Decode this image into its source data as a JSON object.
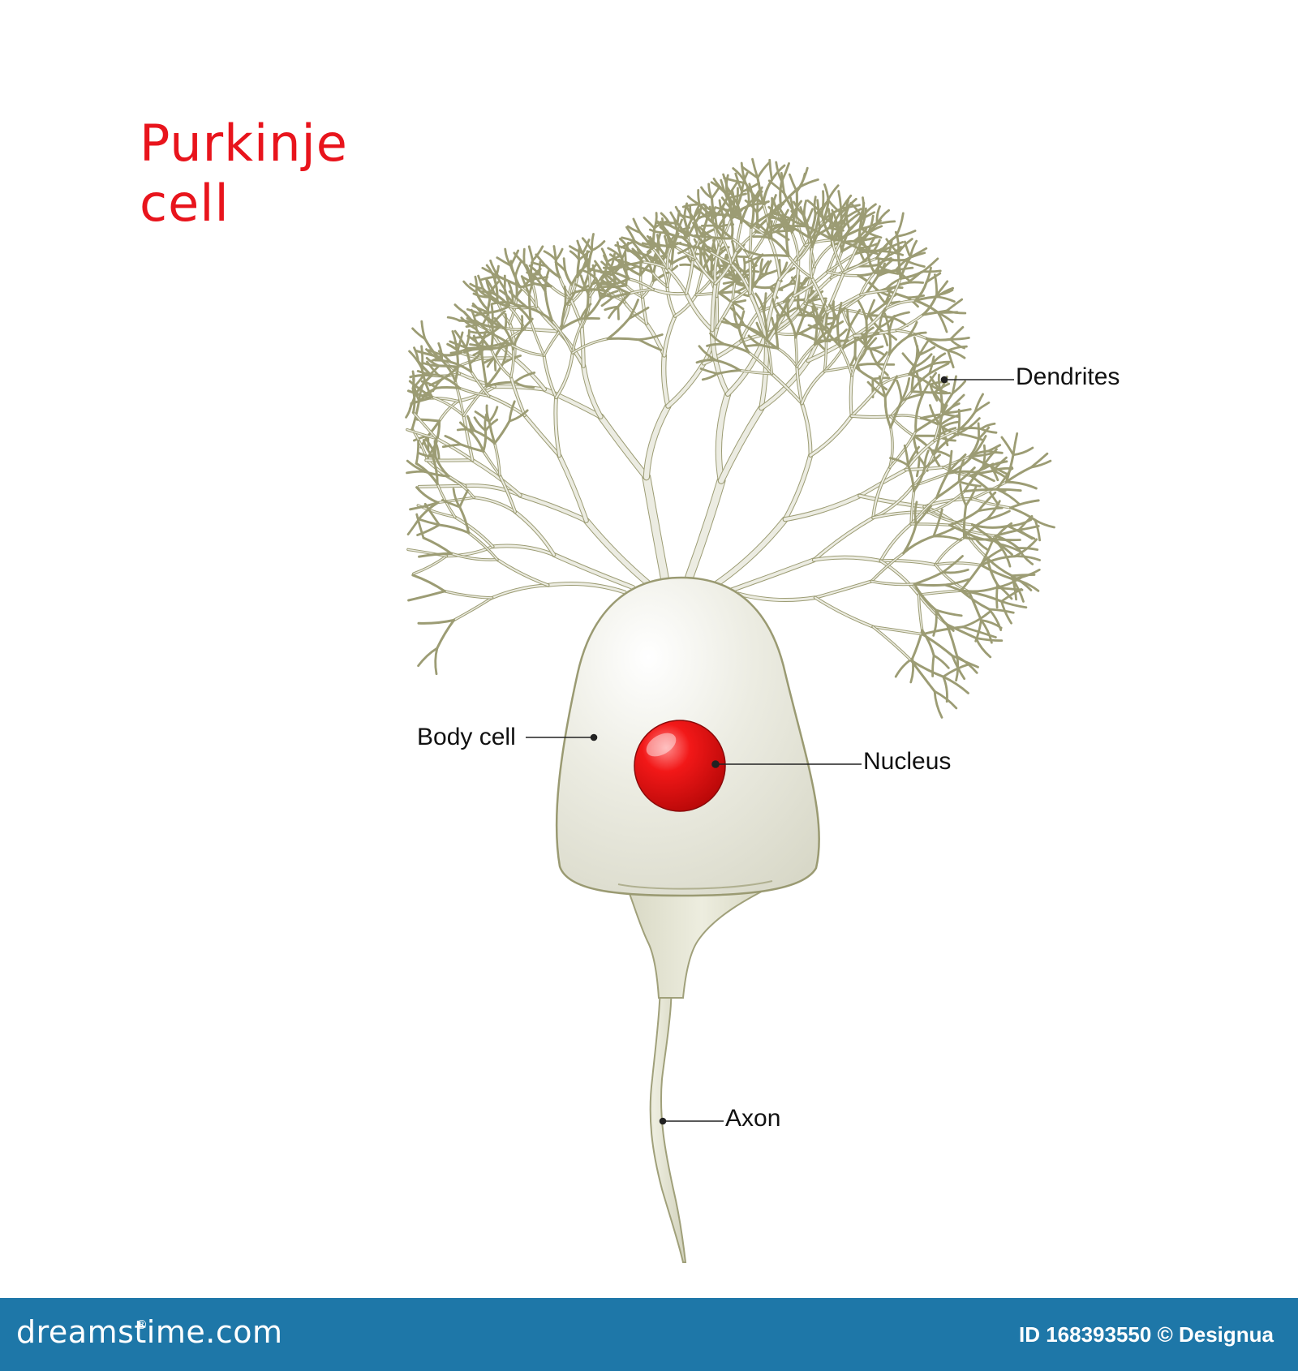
{
  "title": {
    "line1": "Purkinje",
    "line2": "cell"
  },
  "labels": {
    "dendrites": "Dendrites",
    "body_cell": "Body cell",
    "nucleus": "Nucleus",
    "axon": "Axon"
  },
  "footer": {
    "brand": "dreamstime.com",
    "registered_mark": "®",
    "image_id": "ID 168393550",
    "author": "© Designua"
  },
  "colors": {
    "title": "#e8141c",
    "cell_fill": "#e8e8dc",
    "cell_stroke": "#9a9a72",
    "nucleus": "#e01010",
    "footer": "#1e77a8"
  }
}
